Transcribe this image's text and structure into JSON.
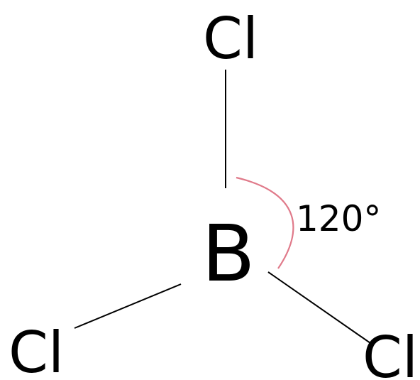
{
  "molecule": {
    "central_atom": "B",
    "top_atom": "Cl",
    "left_atom": "Cl",
    "right_atom": "Cl"
  },
  "bond_angle": {
    "label": "120°",
    "value_degrees": 120
  },
  "colors": {
    "bond": "#000000",
    "text": "#000000",
    "angle_arc": "#e07a8a",
    "background": "#ffffff"
  }
}
